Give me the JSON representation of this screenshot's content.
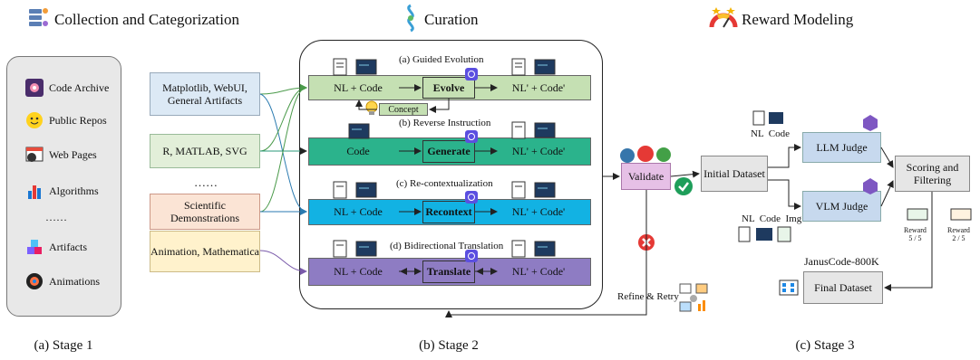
{
  "headers": {
    "stage1": "Collection and Categorization",
    "stage2": "Curation",
    "stage3": "Reward Modeling"
  },
  "stage1": {
    "sources": [
      {
        "label": "Code Archive",
        "icon": "code-archive-icon"
      },
      {
        "label": "Public Repos",
        "icon": "hugging-face-icon"
      },
      {
        "label": "Web Pages",
        "icon": "web-page-icon"
      },
      {
        "label": "Algorithms",
        "icon": "bar-chart-icon"
      },
      {
        "label": "……",
        "icon": ""
      },
      {
        "label": "Artifacts",
        "icon": "cubes-icon"
      },
      {
        "label": "Animations",
        "icon": "animation-icon"
      }
    ],
    "categories": [
      {
        "label": "Matplotlib, WebUI, General Artifacts",
        "color": "#dce9f5"
      },
      {
        "label": "R, MATLAB, SVG",
        "color": "#e2efd9"
      },
      {
        "label": "……",
        "color": ""
      },
      {
        "label": "Scientific Demonstrations",
        "color": "#fbe4d5"
      },
      {
        "label": "Animation, Mathematica",
        "color": "#fff2cc"
      }
    ]
  },
  "stage2": {
    "pipelines": [
      {
        "title": "(a) Guided Evolution",
        "input": "NL + Code",
        "op": "Evolve",
        "output": "NL' + Code'",
        "color": "#c5e0b3",
        "extra": "Concept"
      },
      {
        "title": "(b) Reverse Instruction",
        "input": "Code",
        "op": "Generate",
        "output": "NL' + Code'",
        "color": "#2bb38c",
        "extra": ""
      },
      {
        "title": "(c) Re-contextualization",
        "input": "NL + Code",
        "op": "Recontext",
        "output": "NL' + Code'",
        "color": "#12b2e3",
        "extra": ""
      },
      {
        "title": "(d) Bidirectional Translation",
        "input": "NL + Code",
        "op": "Translate",
        "output": "NL' + Code'",
        "color": "#8e7cc3",
        "extra": ""
      }
    ],
    "validate": "Validate",
    "refine": "Refine & Retry"
  },
  "stage3": {
    "initial_dataset": "Initial Dataset",
    "llm_judge": "LLM Judge",
    "vlm_judge": "VLM Judge",
    "llm_inputs": "NL  Code",
    "vlm_inputs": "NL  Code  Img",
    "scoring": "Scoring and Filtering",
    "dataset_name": "JanusCode-800K",
    "final_dataset": "Final Dataset",
    "reward_good_label": "Reward",
    "reward_good_score": "5 / 5",
    "reward_bad_label": "Reward",
    "reward_bad_score": "2 / 5"
  },
  "captions": {
    "stage1": "(a) Stage 1",
    "stage2": "(b) Stage 2",
    "stage3": "(c) Stage 3"
  },
  "colors": {
    "validate": "#e6c0e6",
    "judge": "#c7d9ee",
    "grey_box": "#e6e6e6",
    "check": "#1e9e5a",
    "cross": "#e53935"
  }
}
